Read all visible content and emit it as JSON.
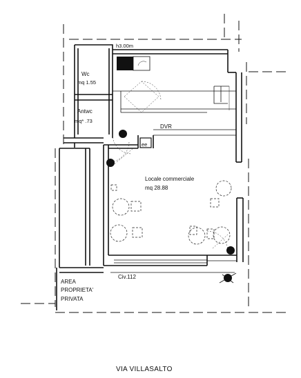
{
  "plan": {
    "rooms": {
      "wc": {
        "name": "Wc",
        "area": "mq 1.55"
      },
      "storage": {
        "name": "Antwc",
        "area": "mq* .73"
      },
      "shop": {
        "name": "Locale commerciale",
        "area": "mq 28.88"
      },
      "private_area": {
        "line1": "AREA",
        "line2": "PROPRIETA'",
        "line3": "PRIVATA"
      }
    },
    "annotations": {
      "height_top": "h3.00m",
      "dvr": "DVR",
      "civic_number": "Civ.112",
      "cabinet": "ee"
    },
    "street": "VIA VILLASALTO"
  }
}
